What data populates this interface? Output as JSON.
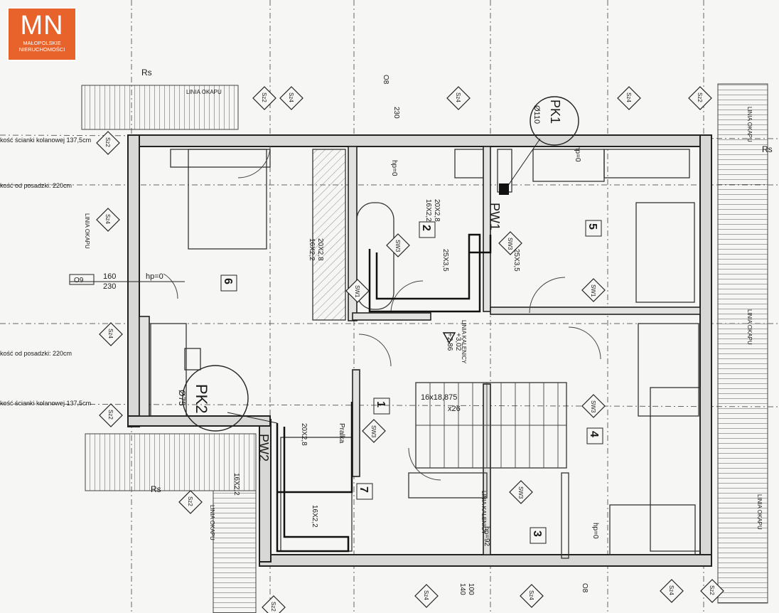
{
  "logo": {
    "initials": "MN",
    "line1": "MAŁOPOLSKIE",
    "line2": "NIERUCHOMOŚCI",
    "color": "#e8632b"
  },
  "rooms": [
    "1",
    "2",
    "3",
    "4",
    "5",
    "6",
    "7"
  ],
  "tags": {
    "sz2": "Sz2",
    "sz4": "Sz4",
    "sw1": "SW1",
    "sw3": "SW3"
  },
  "labels": {
    "rs": "Rs",
    "linia_okapu": "LINIA OKAPU",
    "linia_kalenicy": "LINIA KALENICY",
    "sciana_kolanowa": "kość ścianki kolanowej 137,5cm",
    "posadzka": "kość od posadzki: 220cm",
    "pk1": "PK1",
    "pk1_dim": "Ø110",
    "pk2": "PK2",
    "pk2_dim": "Ø75",
    "pw1": "PW1",
    "pw2": "PW2",
    "stairs": "16x18,875",
    "stairs_count": "x26",
    "pralka": "Pralka",
    "level_1": "+3,02",
    "level_2": "+2,86",
    "window_o9": "O9",
    "window_o8": "O8",
    "dim_160": "160",
    "dim_230": "230",
    "dim_100": "100",
    "dim_140": "140",
    "hp0": "hp=0",
    "hp92": "hp=92",
    "pipes": [
      "16X2,2",
      "20X2,8",
      "25X3,5",
      "25X3,5"
    ]
  }
}
